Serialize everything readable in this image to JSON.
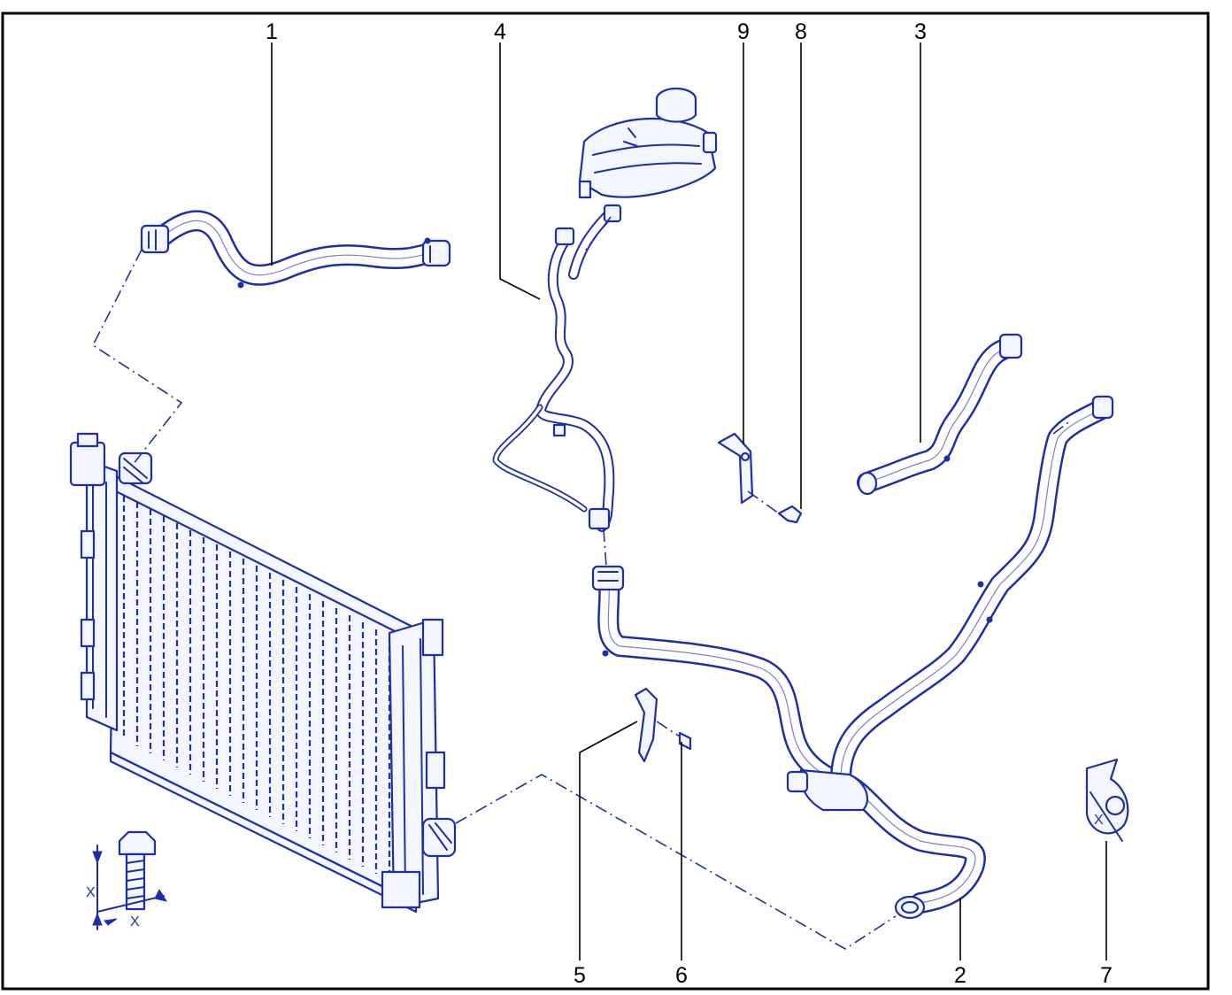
{
  "callouts": [
    {
      "id": "1",
      "label": "1"
    },
    {
      "id": "4",
      "label": "4"
    },
    {
      "id": "9",
      "label": "9"
    },
    {
      "id": "8",
      "label": "8"
    },
    {
      "id": "3",
      "label": "3"
    },
    {
      "id": "5",
      "label": "5"
    },
    {
      "id": "6",
      "label": "6"
    },
    {
      "id": "2",
      "label": "2"
    },
    {
      "id": "7",
      "label": "7"
    }
  ],
  "dimension_marks": {
    "bolt_x_vertical": "X",
    "bolt_x_horizontal": "X",
    "clip_x": "X"
  },
  "colors": {
    "line_art": "#1c2fa8",
    "frame": "#000000",
    "callout_text": "#000000"
  }
}
